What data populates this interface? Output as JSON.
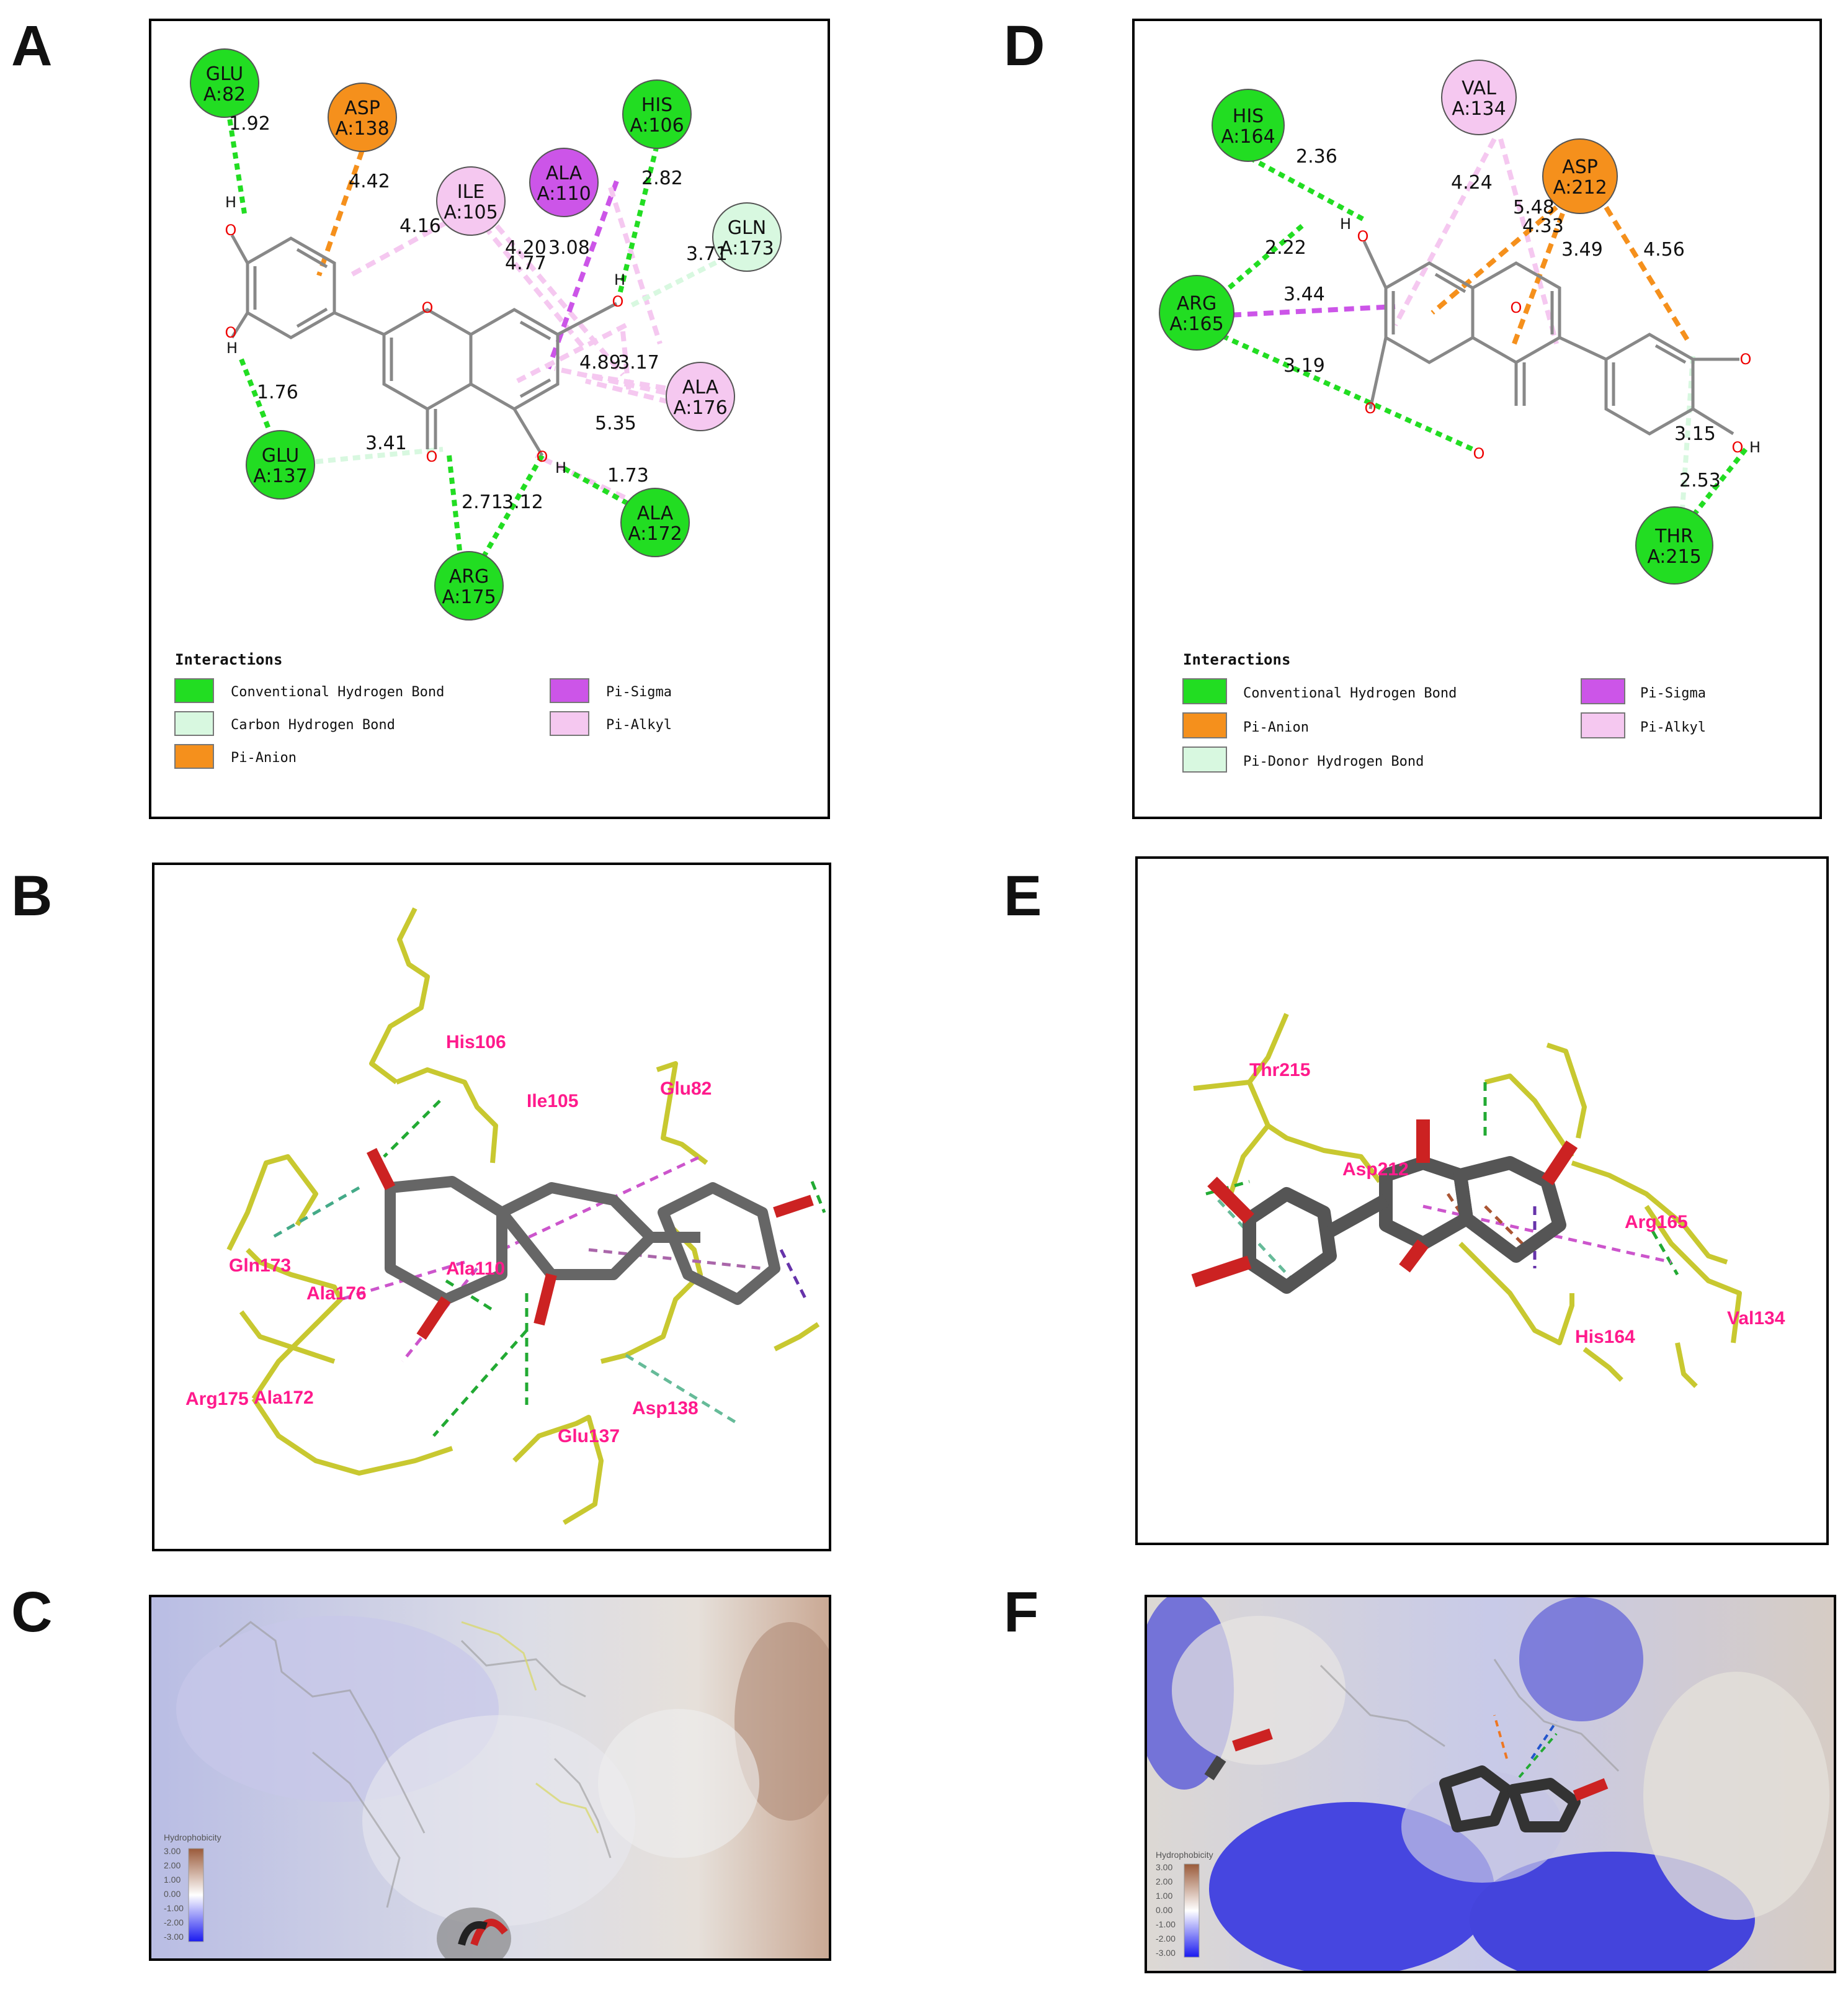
{
  "panel_letters": {
    "a": "A",
    "b": "B",
    "c": "C",
    "d": "D",
    "e": "E",
    "f": "F"
  },
  "colors": {
    "conventional_hbond": "#22dd22",
    "carbon_hbond": "#d8f8e0",
    "pi_anion": "#f5901c",
    "pi_sigma": "#cc55e8",
    "pi_alkyl": "#f5c8f0",
    "pi_donor_hbond": "#d8f8e0",
    "ligand_bond": "#888888",
    "oxygen": "#ee0000",
    "stick_yellow": "#c8c830",
    "label_pink": "#ff1a8c"
  },
  "panelA": {
    "residues": {
      "glu82": {
        "l1": "GLU",
        "l2": "A:82"
      },
      "asp138": {
        "l1": "ASP",
        "l2": "A:138"
      },
      "his106": {
        "l1": "HIS",
        "l2": "A:106"
      },
      "ile105": {
        "l1": "ILE",
        "l2": "A:105"
      },
      "ala110": {
        "l1": "ALA",
        "l2": "A:110"
      },
      "gln173": {
        "l1": "GLN",
        "l2": "A:173"
      },
      "ala176": {
        "l1": "ALA",
        "l2": "A:176"
      },
      "glu137": {
        "l1": "GLU",
        "l2": "A:137"
      },
      "arg175": {
        "l1": "ARG",
        "l2": "A:175"
      },
      "ala172": {
        "l1": "ALA",
        "l2": "A:172"
      }
    },
    "distances": {
      "d1": "1.92",
      "d2": "4.42",
      "d3": "4.16",
      "d4": "4.20",
      "d5": "4.77",
      "d6": "3.08",
      "d7": "2.82",
      "d8": "3.71",
      "d9": "4.89",
      "d10": "3.17",
      "d11": "5.35",
      "d12": "1.73",
      "d13": "1.76",
      "d14": "3.41",
      "d15": "2.71",
      "d16": "3.12"
    },
    "atoms": {
      "o": "O",
      "h": "H"
    },
    "legend": {
      "title": "Interactions",
      "items": [
        "Conventional Hydrogen Bond",
        "Carbon Hydrogen Bond",
        "Pi-Anion",
        "Pi-Sigma",
        "Pi-Alkyl"
      ]
    }
  },
  "panelD": {
    "residues": {
      "his164": {
        "l1": "HIS",
        "l2": "A:164"
      },
      "val134": {
        "l1": "VAL",
        "l2": "A:134"
      },
      "asp212": {
        "l1": "ASP",
        "l2": "A:212"
      },
      "arg165": {
        "l1": "ARG",
        "l2": "A:165"
      },
      "thr215": {
        "l1": "THR",
        "l2": "A:215"
      }
    },
    "distances": {
      "d1": "2.36",
      "d2": "4.24",
      "d3": "5.48",
      "d4": "4.33",
      "d5": "2.22",
      "d6": "3.49",
      "d7": "4.56",
      "d8": "3.44",
      "d9": "3.19",
      "d10": "3.15",
      "d11": "2.53"
    },
    "atoms": {
      "o": "O",
      "h": "H"
    },
    "legend": {
      "title": "Interactions",
      "items": [
        "Conventional Hydrogen Bond",
        "Pi-Anion",
        "Pi-Donor Hydrogen Bond",
        "Pi-Sigma",
        "Pi-Alkyl"
      ]
    }
  },
  "panelB": {
    "labels": [
      "His106",
      "Ile105",
      "Glu82",
      "Gln173",
      "Ala110",
      "Ala176",
      "Arg175",
      "Ala172",
      "Asp138",
      "Glu137"
    ]
  },
  "panelE": {
    "labels": [
      "Thr215",
      "Asp212",
      "Arg165",
      "His164",
      "Val134"
    ]
  },
  "scale": {
    "title": "Hydrophobicity",
    "ticks": [
      "3.00",
      "2.00",
      "1.00",
      "0.00",
      "-1.00",
      "-2.00",
      "-3.00"
    ]
  }
}
